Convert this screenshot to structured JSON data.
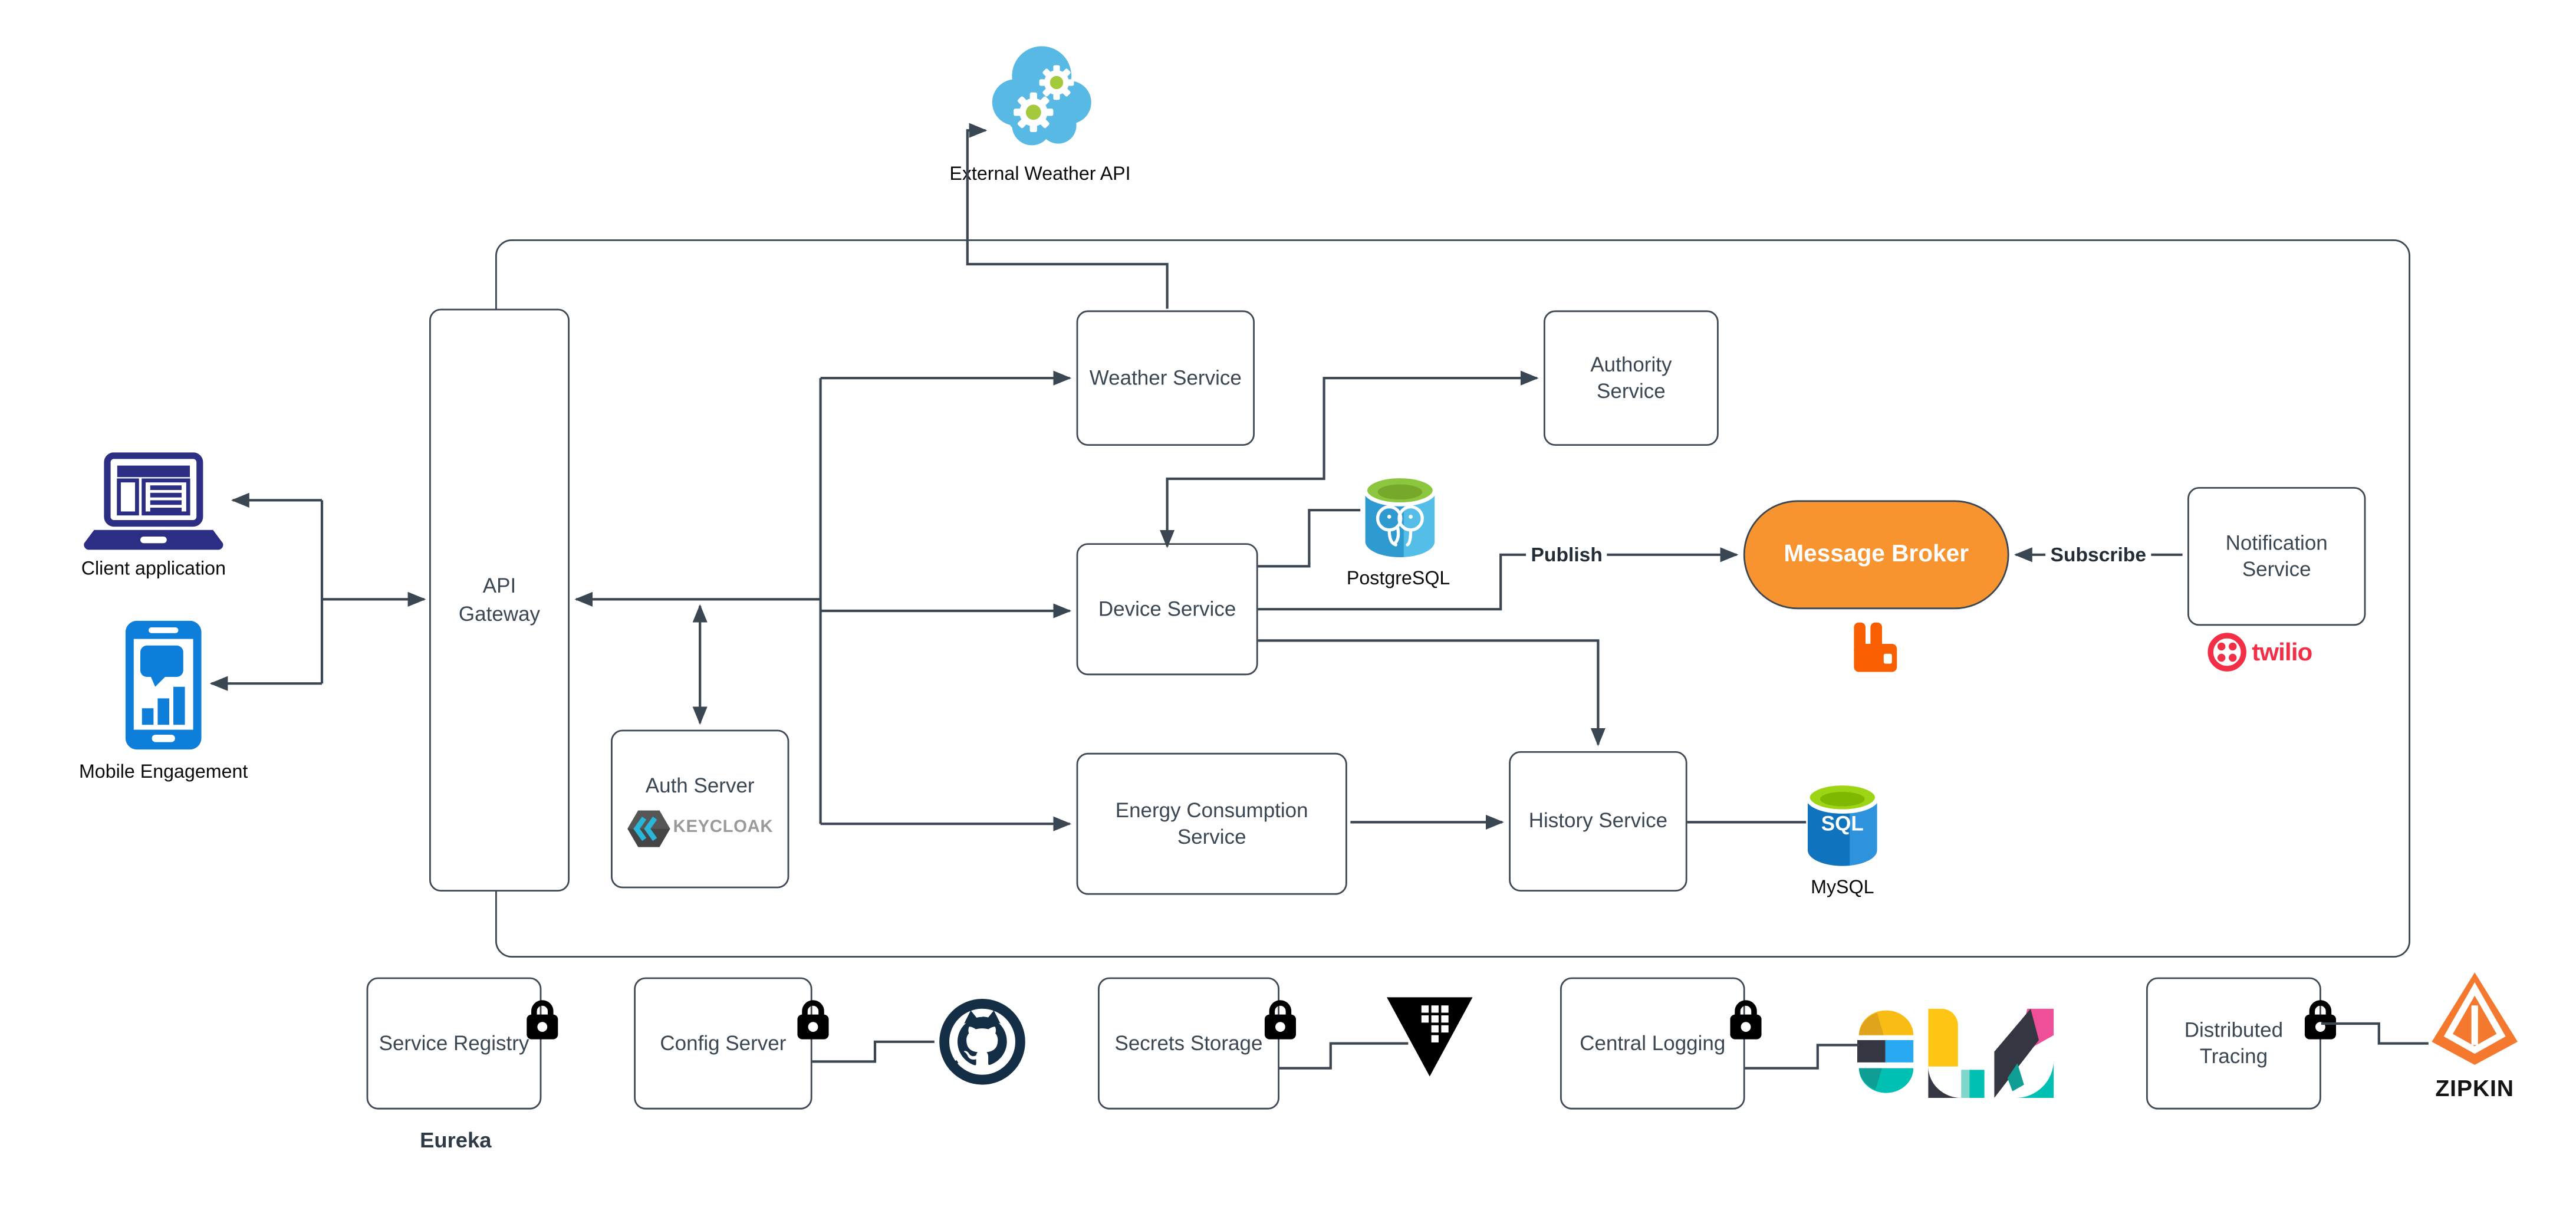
{
  "nodes": {
    "external_api": "External Weather API",
    "client_application": "Client application",
    "mobile_engagement": "Mobile Engagement",
    "api_gateway": "API Gateway",
    "auth_server": "Auth Server",
    "weather_service": "Weather Service",
    "authority_service": "Authority Service",
    "device_service": "Device Service",
    "energy_service": "Energy Consumption Service",
    "history_service": "History Service",
    "notification_service": "Notification Service",
    "message_broker": "Message Broker",
    "postgresql": "PostgreSQL",
    "mysql": "MySQL",
    "service_registry": "Service Registry",
    "config_server": "Config Server",
    "secrets_storage": "Secrets Storage",
    "central_logging": "Central Logging",
    "distributed_tracing": "Distributed Tracing"
  },
  "edge_labels": {
    "publish": "Publish",
    "subscribe": "Subscribe"
  },
  "logos": {
    "eureka": "Eureka",
    "keycloak": "KEYCLOAK",
    "twilio": "twilio",
    "zipkin": "ZIPKIN",
    "mysql_sql": "SQL"
  },
  "colors": {
    "line": "#3a4651",
    "box_border": "#3e4955",
    "box_text": "#3a4753",
    "broker_fill": "#f79430",
    "rabbitmq_orange": "#f95e00",
    "twilio_red": "#f22f46",
    "cloud_blue": "#58b9e4",
    "gear_green": "#a5c93d",
    "laptop_navy": "#2b2e83",
    "phone_blue": "#0d7eda",
    "postgres_blue": "#2f9ad0",
    "postgres_green": "#8cc63f",
    "mysql_blue": "#1073be",
    "mysql_green": "#9dd413",
    "keycloak_cyan": "#29b6d8",
    "github_navy": "#132e45",
    "vault_black": "#000000",
    "elastic_yellow": "#fec514",
    "elastic_dark": "#343741",
    "elastic_blue": "#28a9f1",
    "elastic_teal": "#00bfb3",
    "elastic_pink": "#ef4e98",
    "zipkin_orange": "#f4792e"
  }
}
